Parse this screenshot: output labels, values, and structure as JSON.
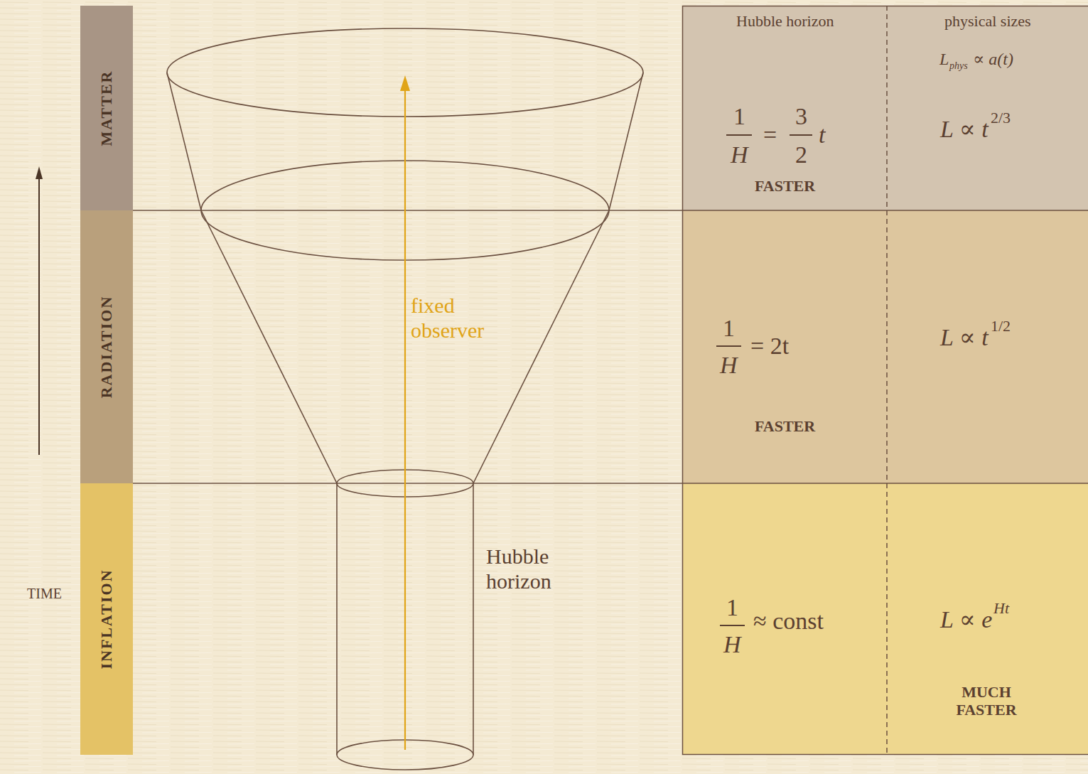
{
  "diagram": {
    "nodes": [
      {
        "text": [
          "MATTER"
        ]
      },
      {
        "text": [
          "RADIATION"
        ]
      },
      {
        "text": [
          "INFLATION"
        ]
      }
    ],
    "labels": [
      "TIME",
      "fixed observer",
      "Hubble horizon",
      "Hubble horizon",
      "physical sizes",
      "L",
      "phys",
      "∝ a(t)",
      "1",
      "H",
      "=",
      "3",
      "2",
      "t",
      "FASTER",
      "L ∝ t",
      "2/3",
      "1",
      "H",
      "= 2t",
      "FASTER",
      "L ∝ t",
      "1/2",
      "1",
      "H",
      "≈ const",
      "L ∝ e",
      "Ht",
      "MUCH FASTER"
    ]
  }
}
